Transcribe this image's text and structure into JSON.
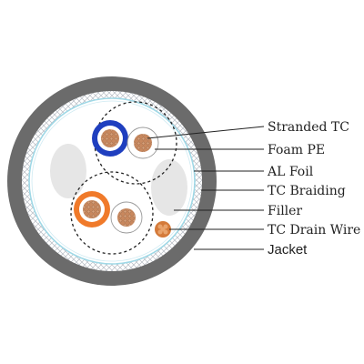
{
  "diagram": {
    "labels": {
      "stranded_tc": "Stranded TC",
      "foam_pe": "Foam PE",
      "al_foil": "AL Foil",
      "tc_braiding": "TC Braiding",
      "filler": "Filler",
      "tc_drain_wire": "TC Drain Wire",
      "jacket": "Jacket"
    },
    "colors": {
      "jacket": "#6b6b6b",
      "braiding": "#c8ccd2",
      "al_foil": "#9fd8e6",
      "filler": "#e6e6e6",
      "pair1_insulation": "#1f3fbf",
      "pair2_insulation": "#f07a2a",
      "copper": "#c8885e",
      "drain_wire": "#d47a3a"
    }
  }
}
